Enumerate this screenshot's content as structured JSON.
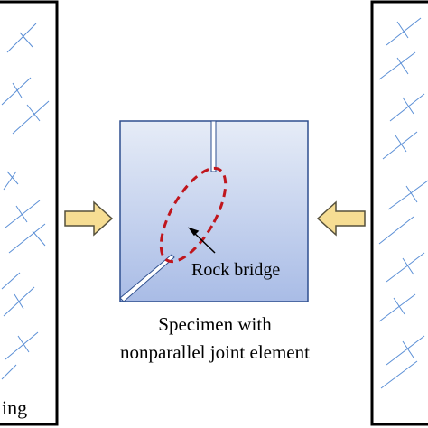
{
  "left_panel": {
    "label_fragment": "ing"
  },
  "specimen": {
    "annotation": "Rock bridge",
    "caption_line1": "Specimen with",
    "caption_line2": "nonparallel joint element"
  },
  "colors": {
    "panel_border": "#000000",
    "crack_lines": "#5b8fd6",
    "specimen_top": "#e6ecf7",
    "specimen_bottom": "#a9bce6",
    "specimen_border": "#2e4f8f",
    "arrow_fill": "#f6dd93",
    "arrow_stroke": "#55503c",
    "ellipse_stroke": "#c0161d"
  }
}
